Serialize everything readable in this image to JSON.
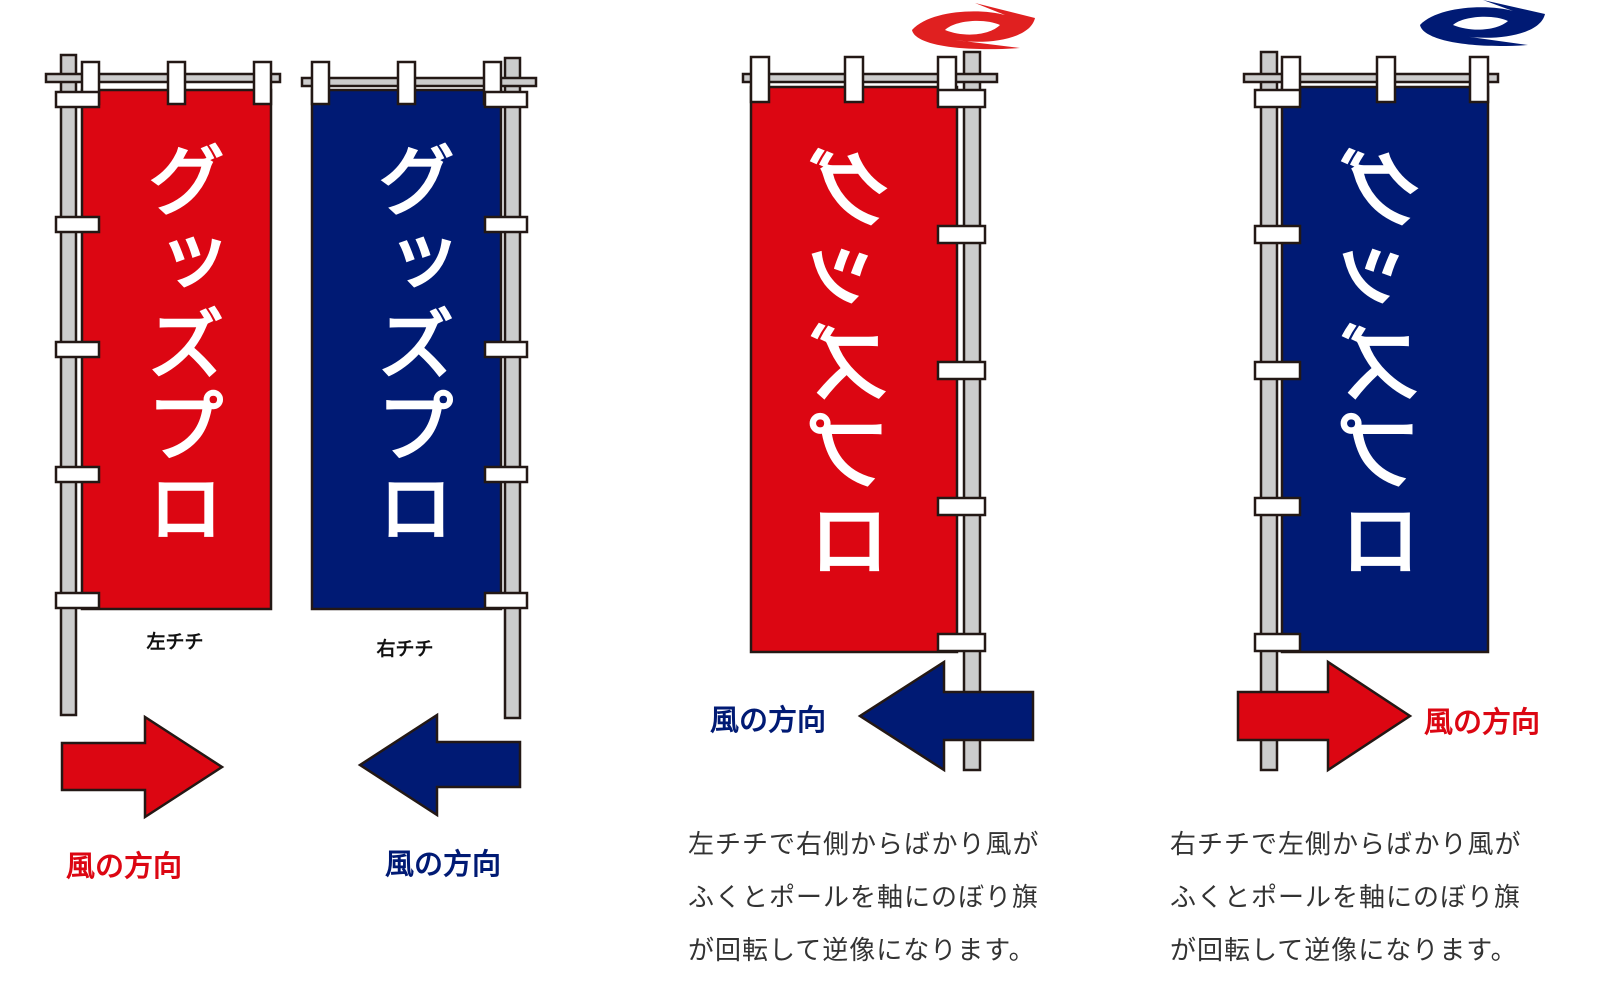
{
  "colors": {
    "red": "#dc0612",
    "navy": "#001a74",
    "pole": "#cccccc"
  },
  "flags": [
    {
      "text": "グッズプロ",
      "color": "red",
      "label": "左チチ",
      "wind_label": "風の方向",
      "wind_direction": "right",
      "mirrored": false
    },
    {
      "text": "グッズプロ",
      "color": "navy",
      "label": "右チチ",
      "wind_label": "風の方向",
      "wind_direction": "left",
      "mirrored": false
    },
    {
      "text": "グッズプロ",
      "color": "red",
      "wind_label": "風の方向",
      "wind_direction": "left",
      "mirrored": true,
      "icon": "swirl-icon"
    },
    {
      "text": "グッズプロ",
      "color": "navy",
      "wind_label": "風の方向",
      "wind_direction": "right",
      "mirrored": true,
      "icon": "swirl-icon"
    }
  ],
  "captions": [
    {
      "lines": [
        "左チチで右側からばかり風が",
        "ふくとポールを軸にのぼり旗",
        "が回転して逆像になります。"
      ]
    },
    {
      "lines": [
        "右チチで左側からばかり風が",
        "ふくとポールを軸にのぼり旗",
        "が回転して逆像になります。"
      ]
    }
  ]
}
